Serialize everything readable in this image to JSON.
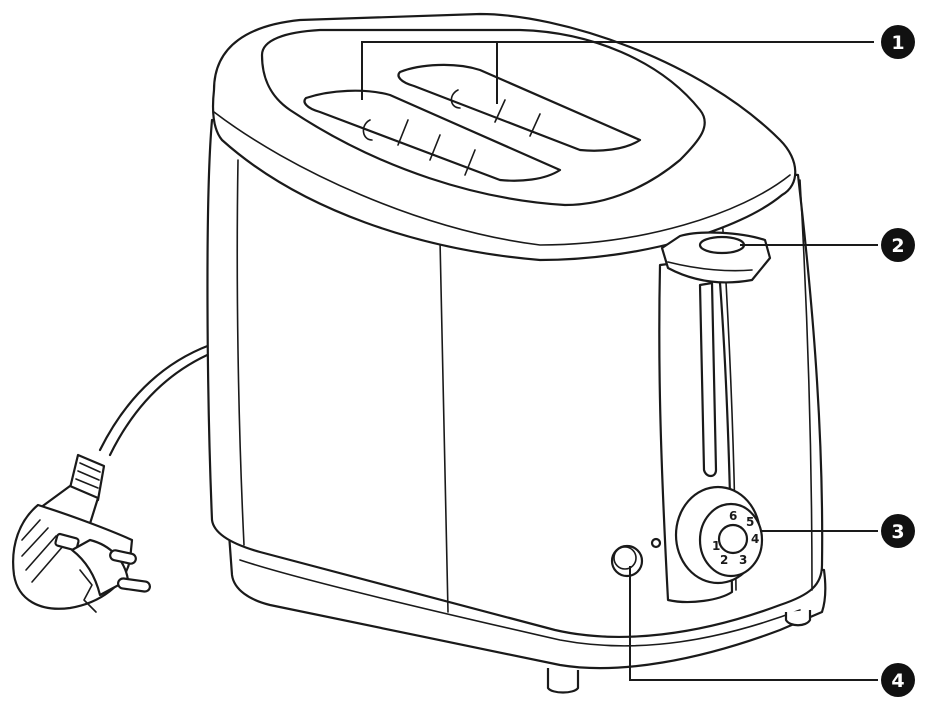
{
  "callouts": [
    {
      "label": "1",
      "part": "bread-slots"
    },
    {
      "label": "2",
      "part": "lever"
    },
    {
      "label": "3",
      "part": "browning-dial"
    },
    {
      "label": "4",
      "part": "button"
    }
  ],
  "dial": {
    "marks": [
      "1",
      "2",
      "3",
      "4",
      "5",
      "6"
    ]
  },
  "colors": {
    "stroke": "#1a1a1a",
    "badge": "#111111",
    "background": "#ffffff"
  }
}
